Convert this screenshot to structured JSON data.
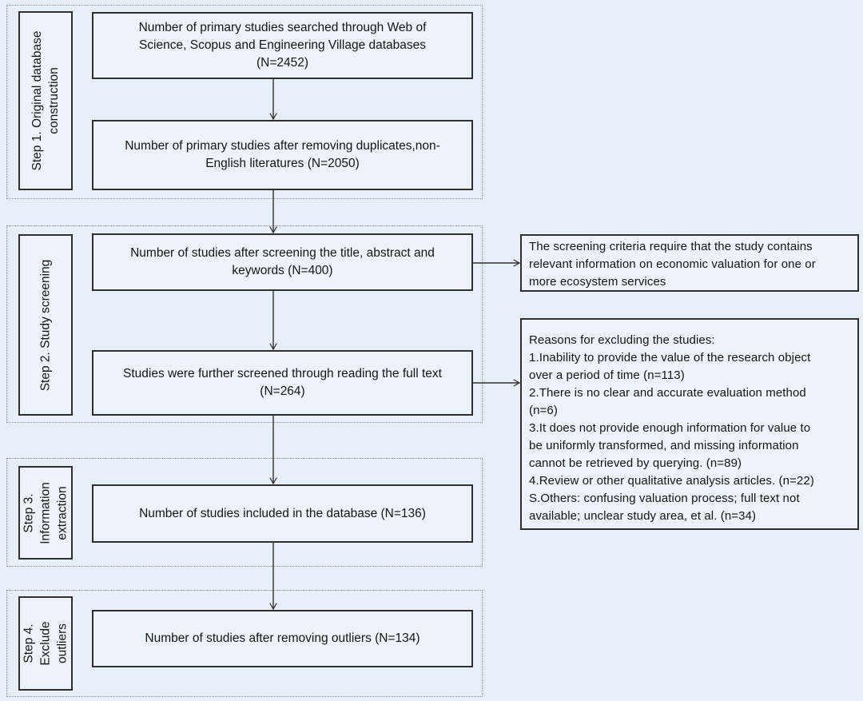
{
  "canvas": {
    "background_color": "#e7f0f8",
    "box_fill_color": "#ecf3fa",
    "border_color": "#2f2f2f",
    "dotted_border_color": "#8f9398",
    "text_color": "#151515"
  },
  "steps": [
    {
      "label": "Step 1. Original database\nconstruction"
    },
    {
      "label": "Step 2. Study screening"
    },
    {
      "label": "Step 3.\nInformation\nextraction"
    },
    {
      "label": "Step 4.\nExclude\noutliers"
    }
  ],
  "flow_boxes": [
    {
      "text": "Number of primary studies searched through Web of\nScience, Scopus and Engineering Village databases\n(N=2452)"
    },
    {
      "text": "Number of primary studies after removing duplicates,non-\nEnglish literatures (N=2050)"
    },
    {
      "text": "Number of studies after screening the title, abstract and\nkeywords (N=400)"
    },
    {
      "text": "Studies were further screened through reading the full text\n(N=264)"
    },
    {
      "text": "Number of studies included in the database (N=136)"
    },
    {
      "text": "Number of studies after removing outliers (N=134)"
    }
  ],
  "side_notes": [
    {
      "text": "The screening criteria require that the study contains\nrelevant information on economic valuation for one or\nmore ecosystem services"
    },
    {
      "text": "Reasons for excluding the studies:\n1.Inability to provide the value of the research object\nover a period of time (n=113)\n2.There is no clear and accurate evaluation method\n(n=6)\n3.It does not provide enough information for value to\nbe uniformly transformed, and missing information\ncannot be retrieved by querying. (n=89)\n4.Review or other qualitative analysis articles. (n=22)\nS.Others: confusing valuation process; full text not\navailable; unclear study area, et al. (n=34)"
    }
  ]
}
